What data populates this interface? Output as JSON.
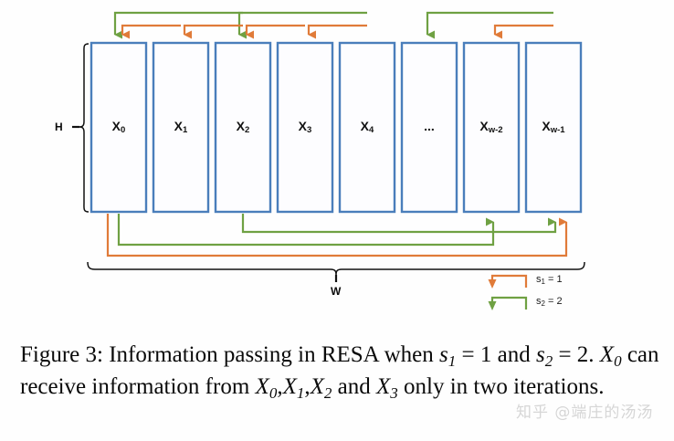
{
  "figure": {
    "diagram": {
      "columns": [
        {
          "base": "X",
          "sub": "0"
        },
        {
          "base": "X",
          "sub": "1"
        },
        {
          "base": "X",
          "sub": "2"
        },
        {
          "base": "X",
          "sub": "3"
        },
        {
          "base": "X",
          "sub": "4"
        },
        {
          "base": "...",
          "sub": ""
        },
        {
          "base": "X",
          "sub": "w-2"
        },
        {
          "base": "X",
          "sub": "w-1"
        }
      ],
      "height_label": "H",
      "width_label": "W",
      "box_border_color": "#4a7ebb",
      "box_fill_color": "#fdfdff",
      "brace_color": "#111111"
    },
    "legend": {
      "items": [
        {
          "name": "s",
          "sub": "1",
          "value": "= 1",
          "color": "#e07b39"
        },
        {
          "name": "s",
          "sub": "2",
          "value": "= 2",
          "color": "#6fa143"
        }
      ]
    },
    "caption": {
      "prefix": "Figure 3: Information passing in RESA when ",
      "var_s1": "s",
      "sub_s1": "1",
      "eq1": " = 1",
      "and1": " and",
      "var_s2": "s",
      "sub_s2": "2",
      "eq2": " = 2.",
      "var_x0": "X",
      "sub_x0": "0",
      "mid": " can receive information from ",
      "var_xa": "X",
      "sub_xa": "0",
      "comma1": ",",
      "var_xb": "X",
      "sub_xb": "1",
      "comma2": ",",
      "var_xc": "X",
      "sub_xc": "2",
      "and2": " and",
      "var_xd": "X",
      "sub_xd": "3",
      "tail": " only in two iterations."
    },
    "watermark": "知乎 @端庄的汤汤"
  }
}
